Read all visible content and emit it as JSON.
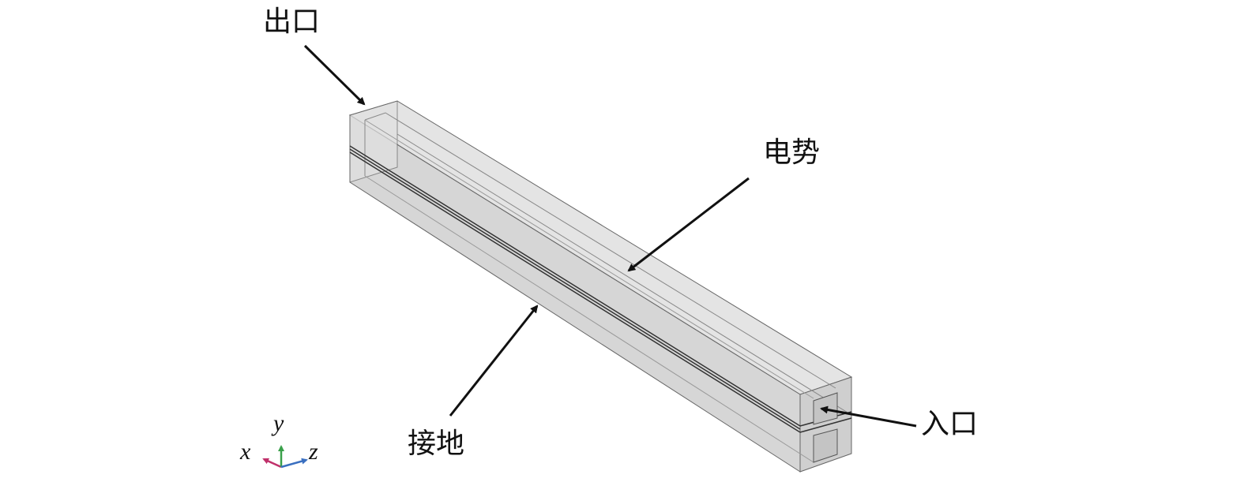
{
  "labels": {
    "outlet": "出口",
    "potential": "电势",
    "ground": "接地",
    "inlet": "入口"
  },
  "axes": {
    "x": "x",
    "y": "y",
    "z": "z"
  },
  "colors": {
    "x_axis": "#c0306a",
    "y_axis": "#3aa04a",
    "z_axis": "#3a6fc0",
    "box_fill": "#d8d8d8",
    "edge": "#555555"
  }
}
